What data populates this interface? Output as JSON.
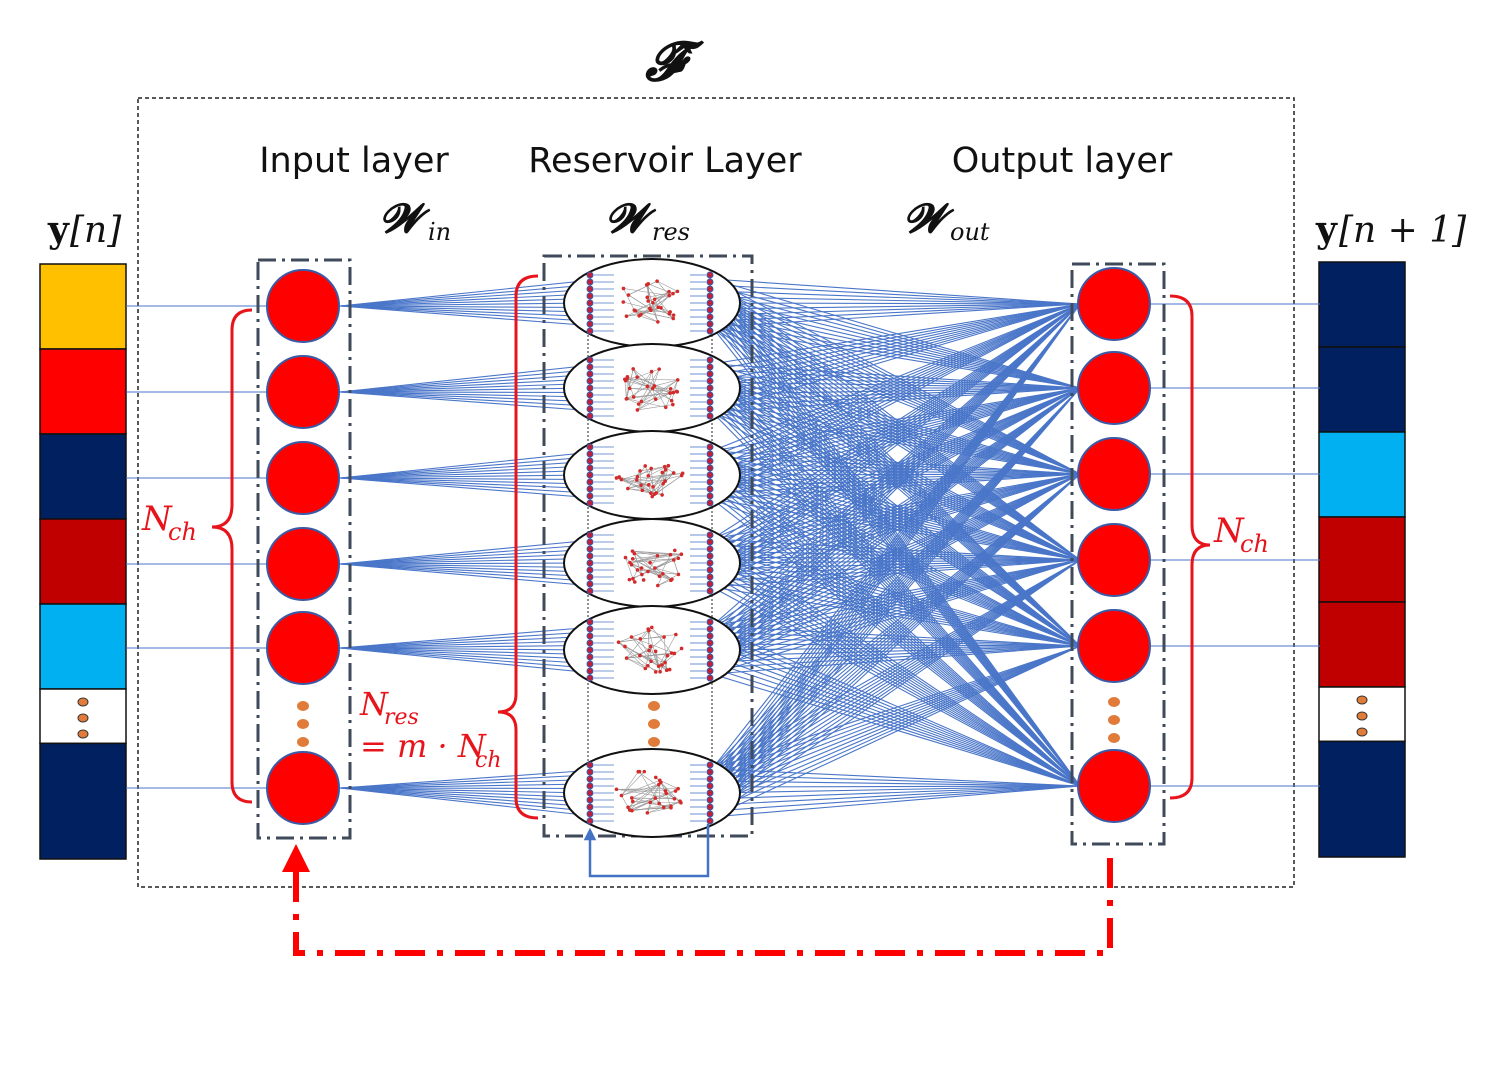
{
  "title": "𝓕̂",
  "layers": {
    "input": "Input layer",
    "reservoir": "Reservoir Layer",
    "output": "Output layer"
  },
  "weights": {
    "in": {
      "symbol": "𝓦",
      "sub": "in"
    },
    "res": {
      "symbol": "𝓦",
      "sub": "res"
    },
    "out": {
      "symbol": "𝓦",
      "sub": "out"
    }
  },
  "vectors": {
    "input": {
      "label_bold": "y",
      "label_rest": "[n]",
      "cells": [
        "#ffc000",
        "#ff0000",
        "#002060",
        "#c00000",
        "#00b0f0",
        "dots",
        "#002060"
      ]
    },
    "output": {
      "label_bold": "y",
      "label_rest": "[n + 1]",
      "cells": [
        "#002060",
        "#002060",
        "#00b0f0",
        "#c00000",
        "#c00000",
        "dots",
        "#002060"
      ]
    }
  },
  "annotations": {
    "nch_left": {
      "main": "N",
      "sub": "ch"
    },
    "nch_right": {
      "main": "N",
      "sub": "ch"
    },
    "nres": {
      "main": "N",
      "sub": "res"
    },
    "nres_eq": {
      "prefix": "= m · N",
      "sub": "ch"
    }
  },
  "colors": {
    "node": "#ff0000",
    "node_stroke": "#3b5aa6",
    "connection": "#4a76c9",
    "annotation": "#e8141b",
    "box_border": "#3f4a5a",
    "dots": "#e07b39"
  }
}
